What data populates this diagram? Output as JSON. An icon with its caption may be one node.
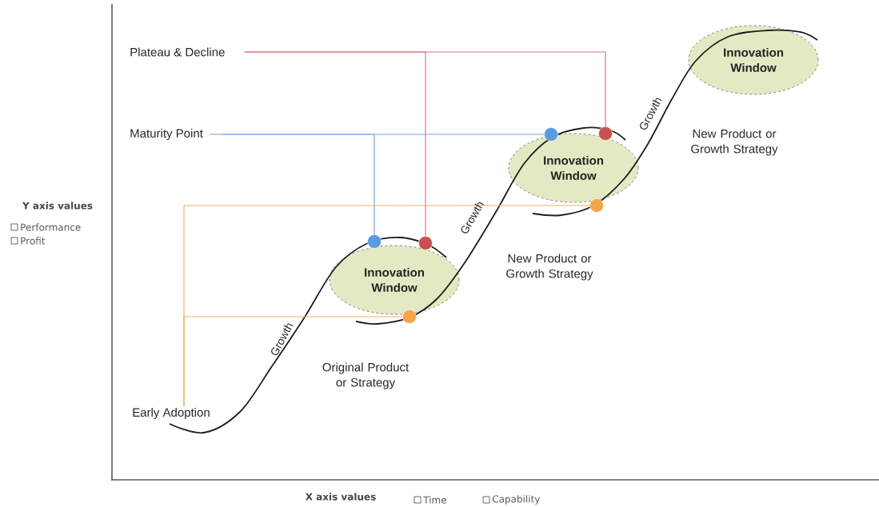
{
  "diagram": {
    "nodes": [
      {
        "text": [
          "Plateau & Decline"
        ]
      },
      {
        "text": [
          "Maturity Point"
        ]
      },
      {
        "text": [
          "Early Adoption"
        ]
      },
      {
        "text": [
          "Innovation Window"
        ]
      },
      {
        "text": [
          "Innovation Window"
        ]
      },
      {
        "text": [
          "Innovation Window"
        ]
      },
      {
        "text": [],
        "shape": "circle"
      },
      {
        "text": [],
        "shape": "circle"
      },
      {
        "text": [],
        "shape": "circle"
      },
      {
        "text": [],
        "shape": "circle"
      },
      {
        "text": [],
        "shape": "circle"
      },
      {
        "text": [],
        "shape": "circle"
      }
    ],
    "edges": [
      {
        "from": 0,
        "to": 7,
        "arrow": "none",
        "color": "#d9777a"
      },
      {
        "from": 0,
        "to": 10,
        "arrow": "none",
        "color": "#d9777a"
      },
      {
        "from": 1,
        "to": 6,
        "arrow": "none",
        "color": "#7aa7dc"
      },
      {
        "from": 1,
        "to": 9,
        "arrow": "none",
        "color": "#7aa7dc"
      },
      {
        "from": 2,
        "to": 8,
        "arrow": "none",
        "color": "#f4b06a"
      },
      {
        "from": 2,
        "to": 11,
        "arrow": "none",
        "color": "#f4b06a"
      }
    ],
    "labels": [
      "Growth",
      "New Product or Growth Strategy",
      "Y axis values",
      "Performance",
      "Profit",
      "Growth",
      "New Product or Growth Strategy",
      "Growth",
      "Original Product or Strategy",
      "X axis values",
      "Time",
      "Capability"
    ]
  }
}
